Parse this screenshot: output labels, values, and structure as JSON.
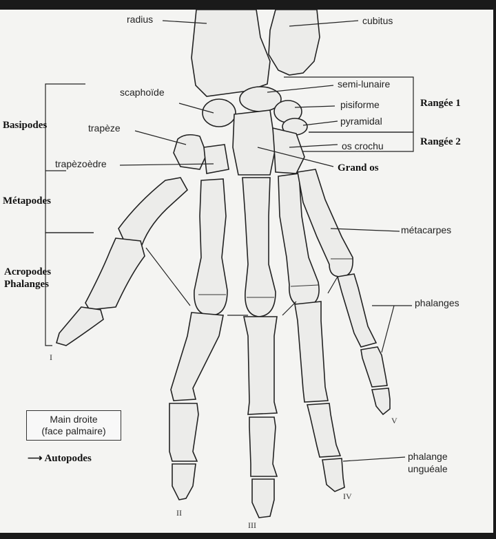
{
  "labels": {
    "radius": "radius",
    "cubitus": "cubitus",
    "scaphoide": "scaphoïde",
    "semi_lunaire": "semi-lunaire",
    "pisiforme": "pisiforme",
    "pyramidal": "pyramidal",
    "trapeze": "trapèze",
    "os_crochu": "os crochu",
    "trapezoedre": "trapèzoèdre",
    "grand_os": "Grand os",
    "metacarpes": "métacarpes",
    "phalanges": "phalanges",
    "phalange_ungueale": "phalange\nunguéale"
  },
  "groups": {
    "basipodes": "Basipodes",
    "metapodes": "Métapodes",
    "acropodes": "Acropodes\nPhalanges",
    "rangee1": "Rangée 1",
    "rangee2": "Rangée 2"
  },
  "fingers": {
    "I": "I",
    "II": "II",
    "III": "III",
    "IV": "IV",
    "V": "V"
  },
  "legend": {
    "box_line1": "Main droite",
    "box_line2": "(face palmaire)",
    "arrow": "⟶",
    "autopodes": "Autopodes"
  },
  "colors": {
    "bone_fill": "#ececea",
    "bone_stroke": "#222222",
    "background": "#f4f4f2",
    "frame": "#1a1a1a"
  }
}
